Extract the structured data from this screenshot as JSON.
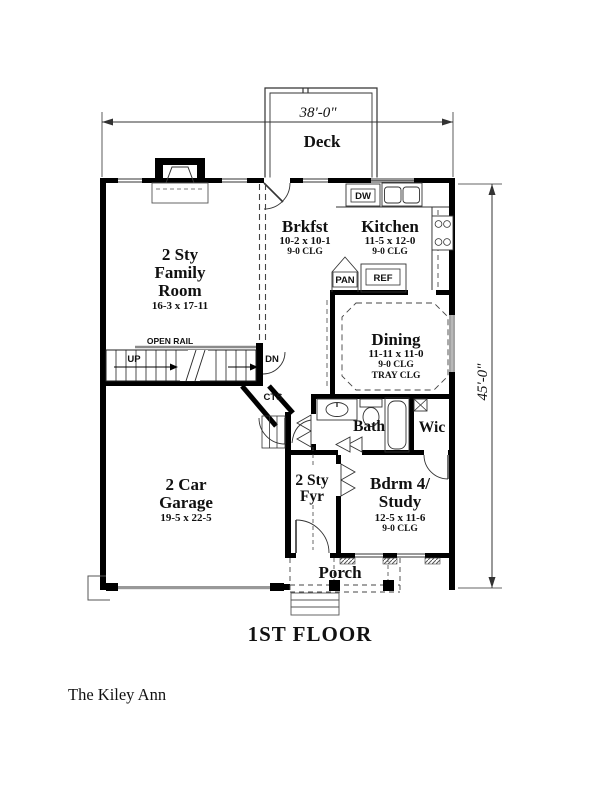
{
  "page": {
    "floor_label": "1ST FLOOR",
    "plan_name": "The Kiley Ann"
  },
  "dims": {
    "width": "38'-0\"",
    "height": "45'-0\""
  },
  "rooms": {
    "deck": {
      "name": "Deck"
    },
    "family": {
      "l1": "2 Sty",
      "l2": "Family",
      "l3": "Room",
      "size": "16-3 x 17-11"
    },
    "brkfst": {
      "name": "Brkfst",
      "size": "10-2 x 10-1",
      "ceiling": "9-0 CLG"
    },
    "kitchen": {
      "name": "Kitchen",
      "size": "11-5 x 12-0",
      "ceiling": "9-0 CLG"
    },
    "dining": {
      "name": "Dining",
      "size": "11-11 x 11-0",
      "ceiling": "9-0 CLG",
      "ceiling2": "TRAY CLG"
    },
    "bath": {
      "name": "Bath"
    },
    "wic": {
      "name": "Wic"
    },
    "garage": {
      "l1": "2 Car",
      "l2": "Garage",
      "size": "19-5 x 22-5"
    },
    "foyer": {
      "l1": "2 Sty",
      "l2": "Fyr"
    },
    "bdrm4": {
      "l1": "Bdrm 4/",
      "l2": "Study",
      "size": "12-5 x 11-6",
      "ceiling": "9-0 CLG"
    },
    "porch": {
      "name": "Porch"
    }
  },
  "annotations": {
    "open_rail": "OPEN RAIL",
    "up": "UP",
    "dn": "DN",
    "cts": "CTS",
    "dw": "DW",
    "ref": "REF",
    "pan": "PAN"
  },
  "colors": {
    "wall": "#000000",
    "background": "#ffffff",
    "thin_line": "#2a2a2a",
    "gray_line": "#999999"
  }
}
